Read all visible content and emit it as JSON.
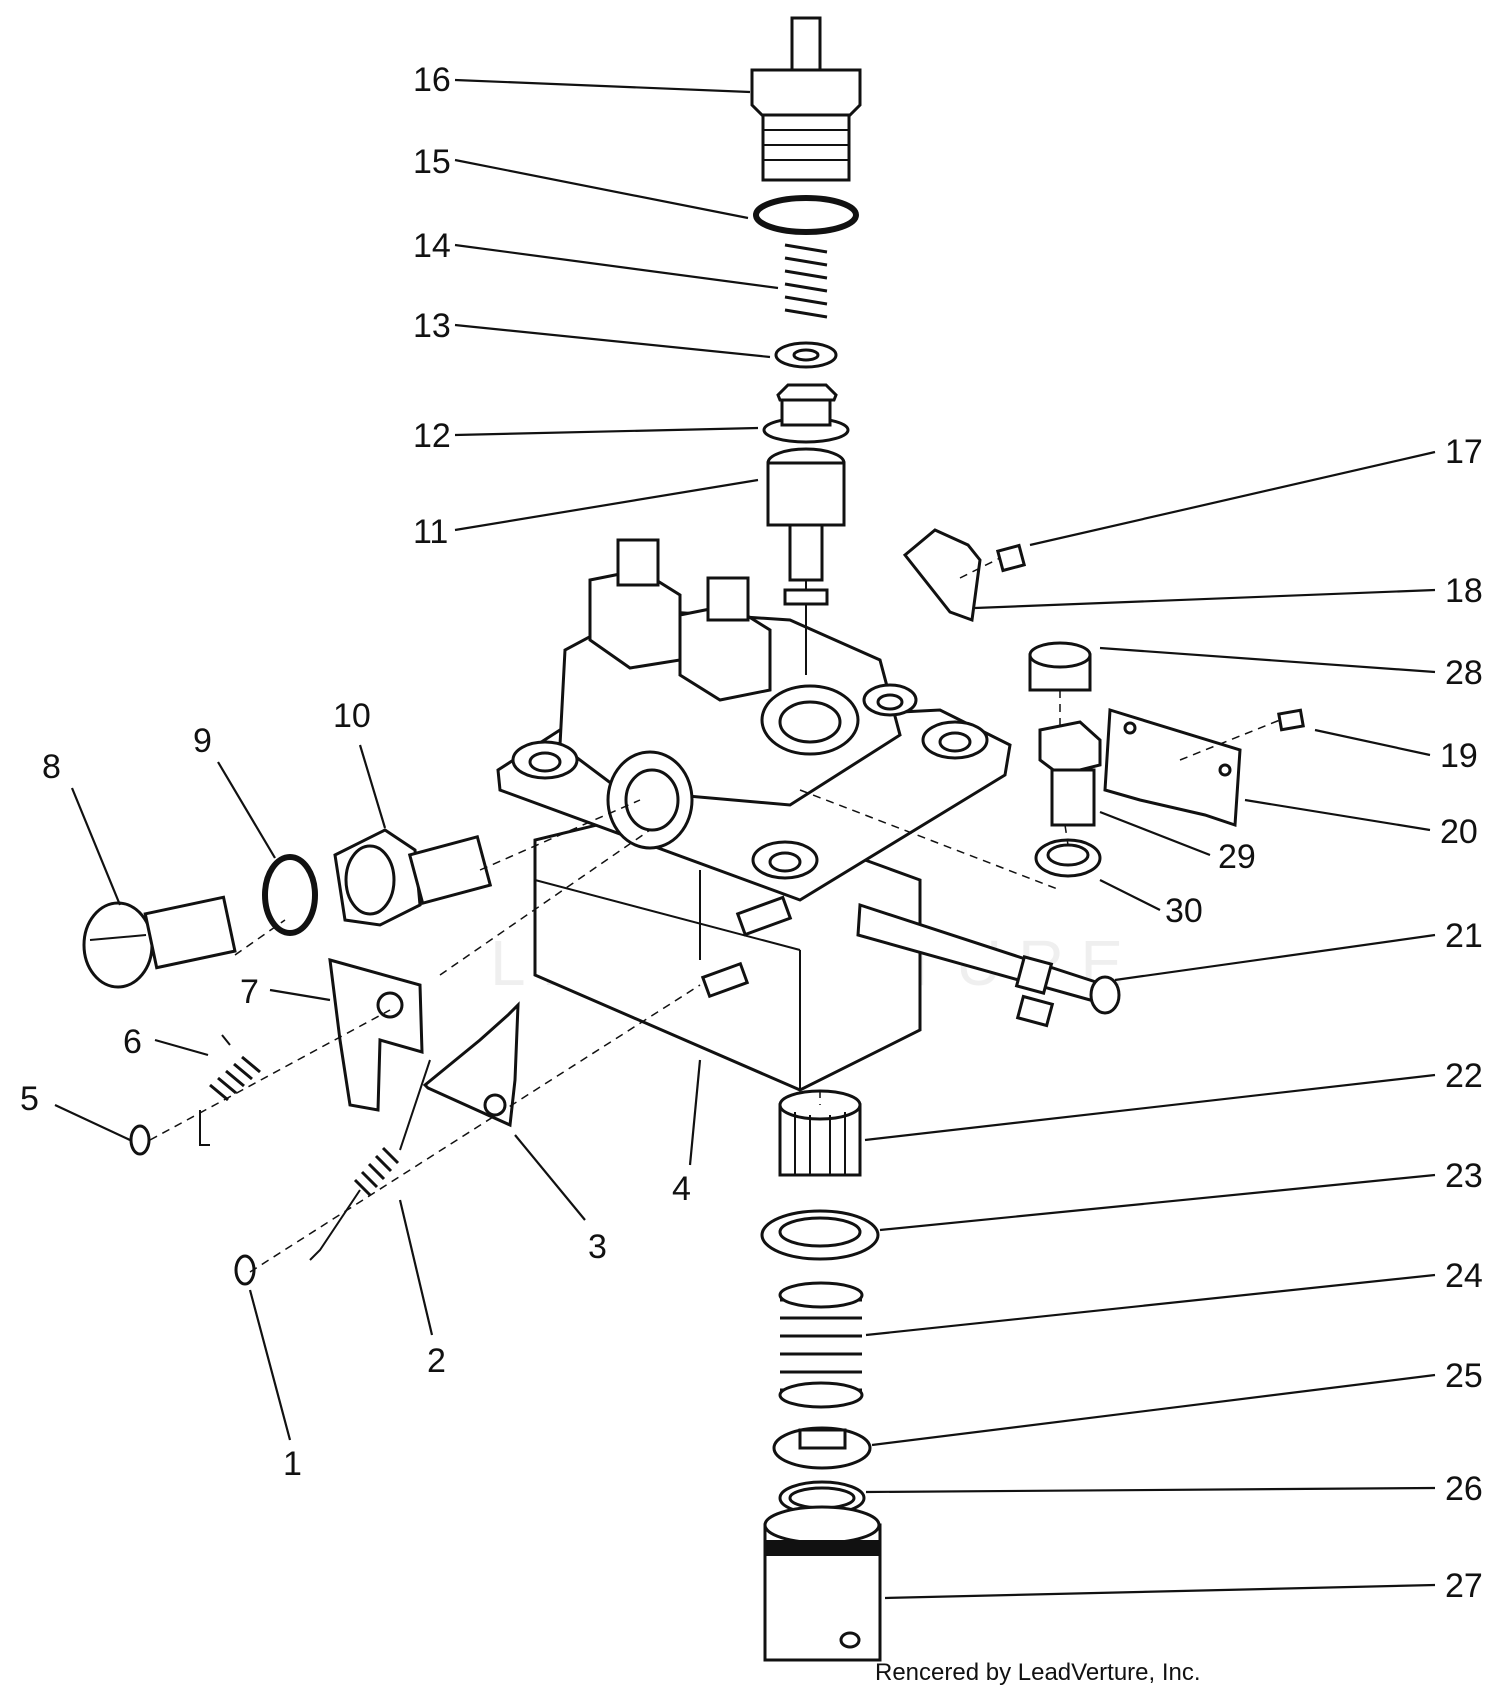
{
  "diagram": {
    "labels": [
      "1",
      "2",
      "3",
      "4",
      "5",
      "6",
      "7",
      "8",
      "9",
      "10",
      "11",
      "12",
      "13",
      "14",
      "15",
      "16",
      "17",
      "18",
      "19",
      "20",
      "21",
      "22",
      "23",
      "24",
      "25",
      "26",
      "27",
      "28",
      "29",
      "30"
    ],
    "credit": "Rencered by LeadVerture, Inc.",
    "watermark": "LEADVENTURE"
  }
}
